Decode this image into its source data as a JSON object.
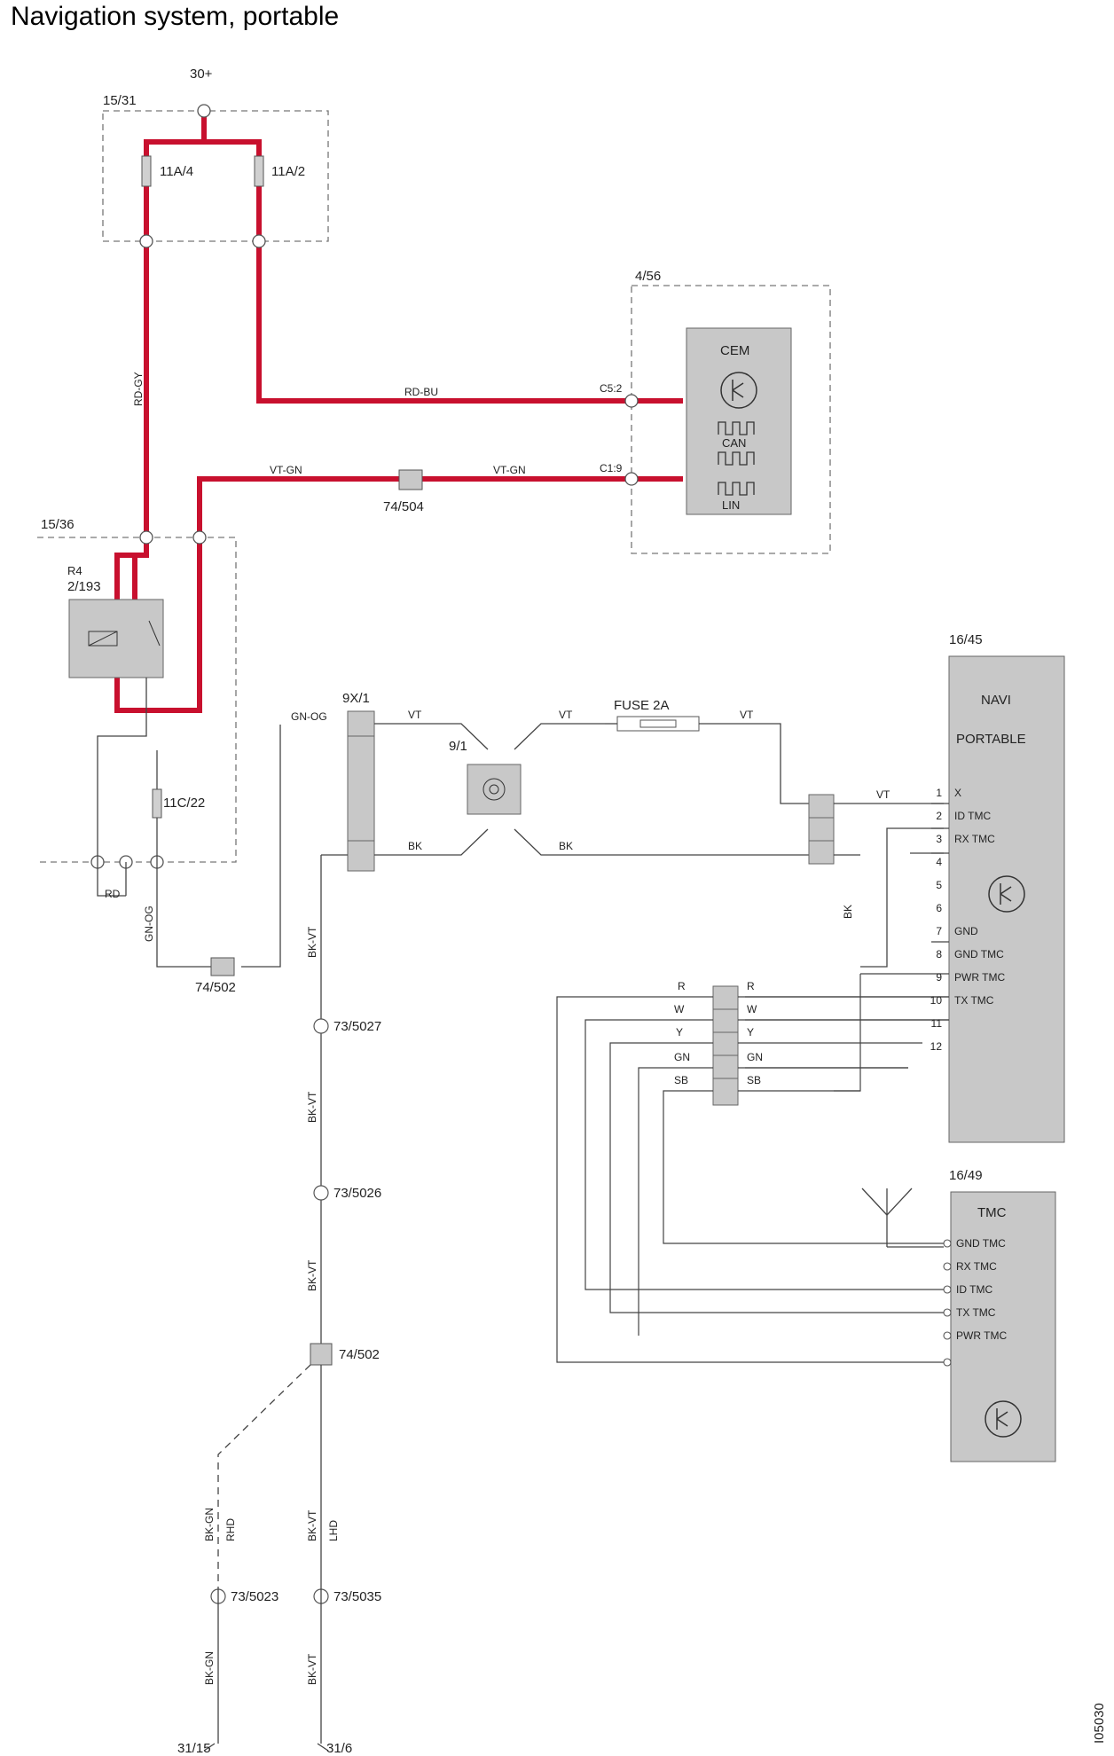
{
  "title": "Navigation system, portable",
  "doc_id": "I05030",
  "components": {
    "fuse_box_main": "15/31",
    "fuse_a": "11A/4",
    "fuse_b": "11A/2",
    "cem_box": "4/56",
    "cem_title": "CEM",
    "can": "CAN",
    "lin": "LIN",
    "cem_pin_1": "C5:2",
    "cem_pin_2": "C1:9",
    "relay_box": "15/36",
    "relay_ref": "R4",
    "relay_id": "2/193",
    "fuse_c": "11C/22",
    "connector_9x1": "9X/1",
    "coax_9_1": "9/1",
    "fuse_2a": "FUSE 2A",
    "navi_box": "16/45",
    "navi_title_1": "NAVI",
    "navi_title_2": "PORTABLE",
    "tmc_box": "16/49",
    "tmc_title": "TMC",
    "conn_74_504": "74/504",
    "conn_74_502a": "74/502",
    "conn_74_502b": "74/502",
    "gnd_5027": "73/5027",
    "gnd_5026": "73/5026",
    "gnd_5023": "73/5023",
    "gnd_5035": "73/5035",
    "gnd_31_15": "31/15",
    "gnd_31_6": "31/6",
    "feed": "30+"
  },
  "wires": {
    "rd_gy": "RD-GY",
    "rd_bu": "RD-BU",
    "vt_gn_1": "VT-GN",
    "vt_gn_2": "VT-GN",
    "gn_og_1": "GN-OG",
    "gn_og_2": "GN-OG",
    "rd": "RD",
    "vt_1": "VT",
    "vt_2": "VT",
    "vt_3": "VT",
    "vt_4": "VT",
    "bk_1": "BK",
    "bk_2": "BK",
    "bk_3": "BK",
    "bk_vt_1": "BK-VT",
    "bk_vt_2": "BK-VT",
    "bk_vt_3": "BK-VT",
    "bk_vt_4": "BK-VT",
    "bk_vt_5": "BK-VT",
    "bk_gn_1": "BK-GN",
    "bk_gn_2": "BK-GN",
    "rhd": "RHD",
    "lhd": "LHD",
    "r_l": "R",
    "r_r": "R",
    "w_l": "W",
    "w_r": "W",
    "y_l": "Y",
    "y_r": "Y",
    "gn_l": "GN",
    "gn_r": "GN",
    "sb_l": "SB",
    "sb_r": "SB"
  },
  "navi_pins": [
    "X",
    "ID TMC",
    "RX TMC",
    "",
    "",
    "",
    "GND",
    "GND TMC",
    "PWR TMC",
    "TX TMC",
    "",
    ""
  ],
  "navi_pin_numbers": [
    "1",
    "2",
    "3",
    "4",
    "5",
    "6",
    "7",
    "8",
    "9",
    "10",
    "11",
    "12"
  ],
  "tmc_pins": [
    "GND TMC",
    "RX TMC",
    "ID TMC",
    "TX TMC",
    "PWR TMC"
  ],
  "colors": {
    "power_wire": "#c8102e",
    "line": "#444444",
    "box_fill": "#c8c8c8",
    "box_stroke": "#666666"
  }
}
